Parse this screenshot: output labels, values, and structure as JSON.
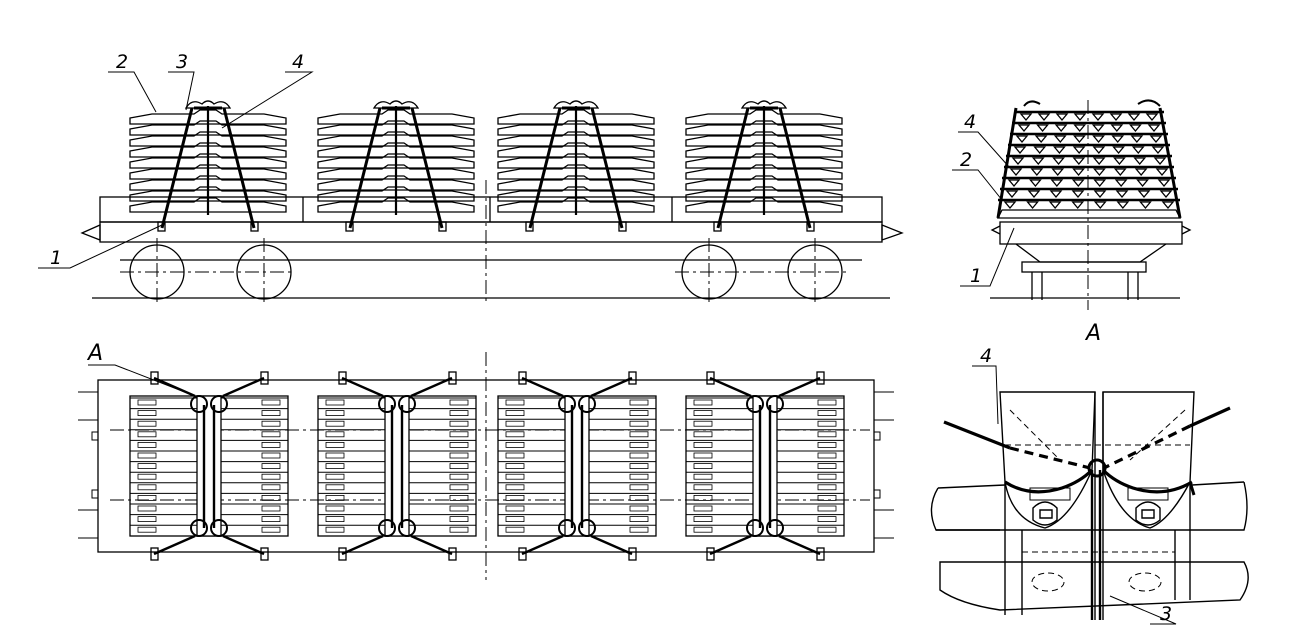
{
  "side_view": {
    "callouts": [
      "1",
      "2",
      "3",
      "4"
    ]
  },
  "end_view": {
    "callouts": [
      "1",
      "2",
      "4"
    ]
  },
  "plan_view": {
    "view_mark": "A"
  },
  "detail_view": {
    "title": "A",
    "callouts": [
      "3",
      "4"
    ]
  }
}
